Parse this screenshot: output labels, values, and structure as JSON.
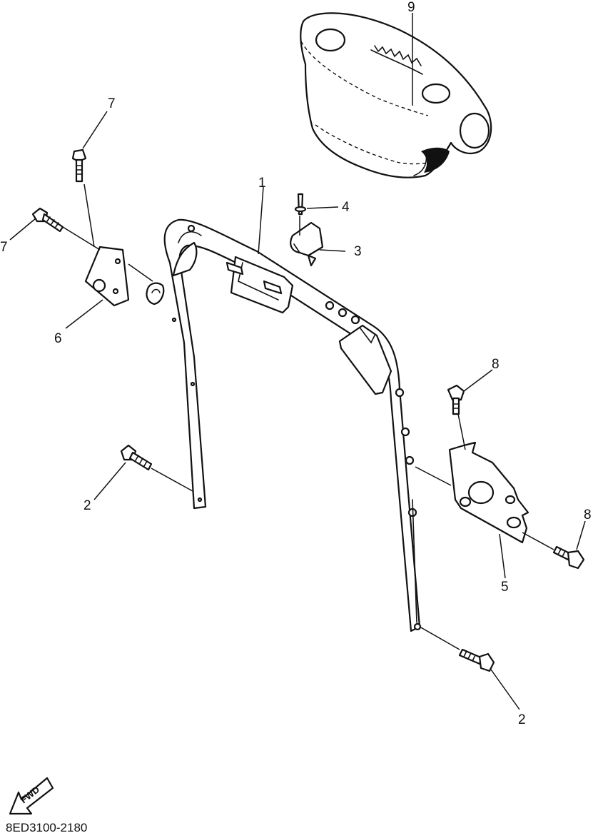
{
  "callouts": {
    "handlebar": "1",
    "bolt_lower_left": "2",
    "bolt_lower_right": "2",
    "clip": "3",
    "rivet": "4",
    "bracket_right": "5",
    "bracket_left": "6",
    "bolt_top": "7",
    "bolt_left": "7",
    "bolt_bracket_top": "8",
    "bolt_bracket_right": "8",
    "cover": "9"
  },
  "fwd_label": "FWD",
  "drawing_code": "8ED3100-2180",
  "colors": {
    "ink": "#111111",
    "paper": "#ffffff"
  }
}
